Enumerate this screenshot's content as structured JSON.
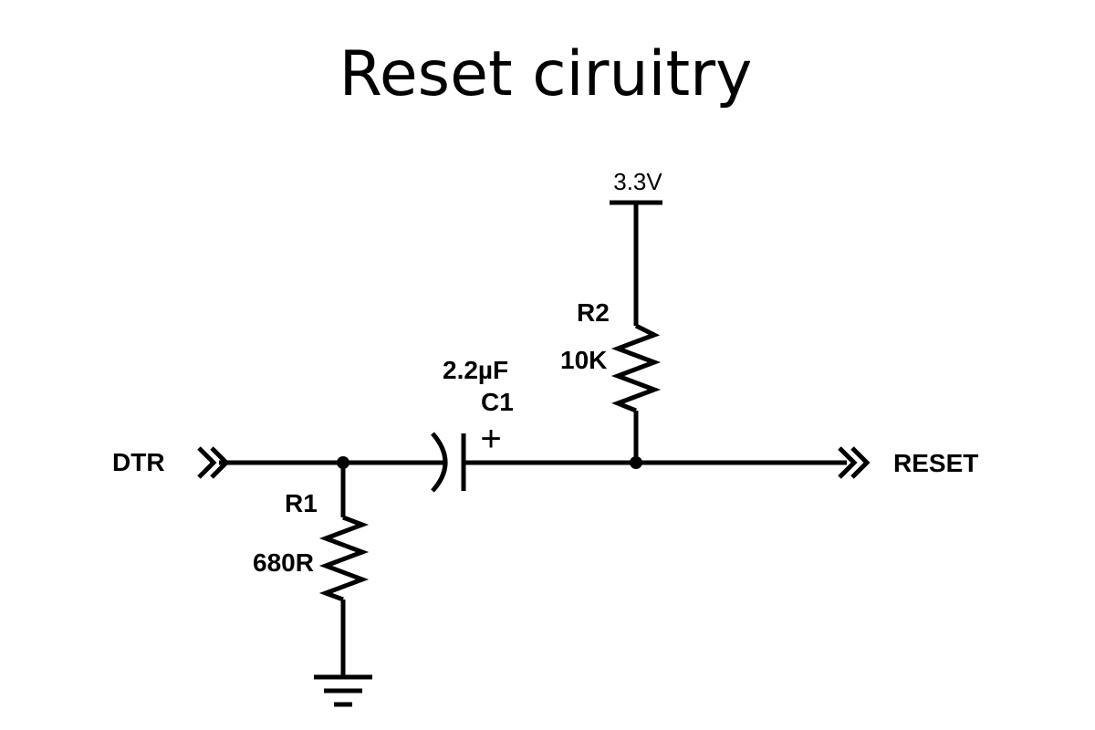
{
  "title": "Reset ciruitry",
  "supply": {
    "label": "3.3V"
  },
  "ports": {
    "input": "DTR",
    "output": "RESET"
  },
  "components": {
    "r1": {
      "designator": "R1",
      "value": "680R"
    },
    "r2": {
      "designator": "R2",
      "value": "10K"
    },
    "c1": {
      "designator": "C1",
      "value": "2.2µF",
      "polarity": "+"
    }
  },
  "colors": {
    "ink": "#000000",
    "background": "#ffffff"
  }
}
